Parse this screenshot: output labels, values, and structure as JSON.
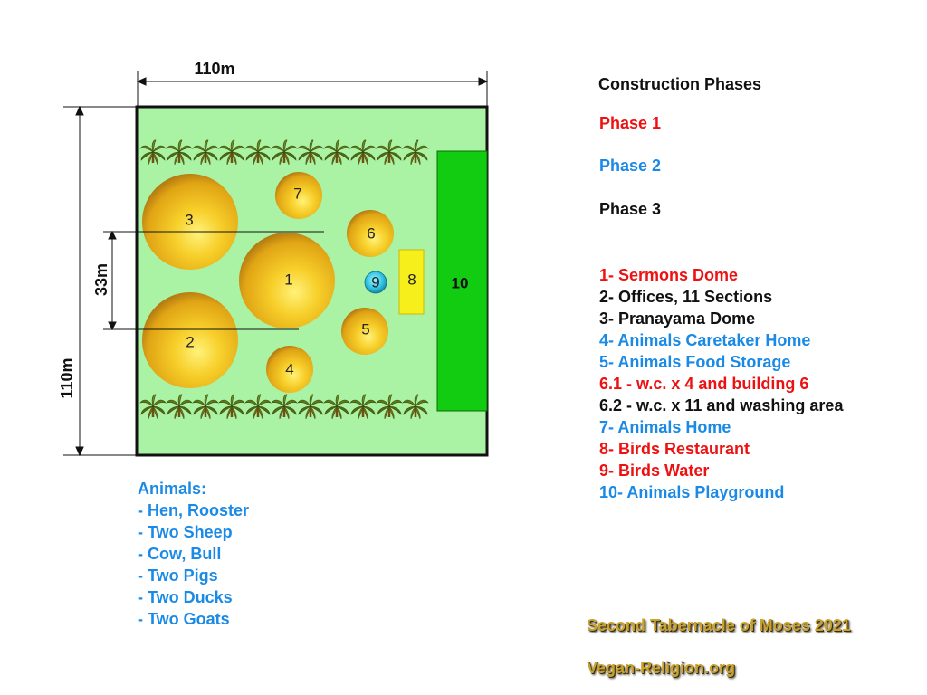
{
  "dimensions": {
    "width": "110m",
    "height": "110m",
    "inner": "33m"
  },
  "structures": [
    {
      "id": "1",
      "kind": "dome"
    },
    {
      "id": "2",
      "kind": "dome"
    },
    {
      "id": "3",
      "kind": "dome"
    },
    {
      "id": "4",
      "kind": "dome"
    },
    {
      "id": "5",
      "kind": "dome"
    },
    {
      "id": "6",
      "kind": "dome"
    },
    {
      "id": "7",
      "kind": "dome"
    },
    {
      "id": "8",
      "kind": "block"
    },
    {
      "id": "9",
      "kind": "water"
    },
    {
      "id": "10",
      "kind": "playground"
    }
  ],
  "construction": {
    "title": "Construction Phases",
    "phases": [
      {
        "label": "Phase 1",
        "color": "#ee1111"
      },
      {
        "label": "Phase 2",
        "color": "#1a8ae6"
      },
      {
        "label": "Phase 3",
        "color": "#111111"
      }
    ]
  },
  "legend": [
    {
      "text": "1- Sermons Dome",
      "color": "red"
    },
    {
      "text": "2- Offices, 11 Sections",
      "color": "black"
    },
    {
      "text": "3- Pranayama Dome",
      "color": "black"
    },
    {
      "text": "4- Animals Caretaker Home",
      "color": "blue"
    },
    {
      "text": "5- Animals Food Storage",
      "color": "blue"
    },
    {
      "text": "6.1 - w.c. x 4 and building 6",
      "color": "red"
    },
    {
      "text": "6.2 - w.c. x 11 and washing area",
      "color": "black"
    },
    {
      "text": "7- Animals Home",
      "color": "blue"
    },
    {
      "text": "8- Birds Restaurant",
      "color": "red"
    },
    {
      "text": "9- Birds Water",
      "color": "red"
    },
    {
      "text": "10- Animals Playground",
      "color": "blue"
    }
  ],
  "animals": {
    "title": "Animals:",
    "items": [
      "- Hen, Rooster",
      "- Two Sheep",
      "- Cow, Bull",
      "- Two Pigs",
      "- Two Ducks",
      "- Two Goats"
    ]
  },
  "credits": {
    "title": "Second Tabernacle of Moses 2021",
    "site": "Vegan-Religion.org"
  },
  "colors": {
    "lawn": "#aaf2a4",
    "playground": "#11cc11",
    "dome": "#f2b814",
    "birds_restaurant": "#f7ef1c",
    "water": "#33c4e0"
  },
  "icons": {
    "tree": "palm-tree-icon"
  }
}
